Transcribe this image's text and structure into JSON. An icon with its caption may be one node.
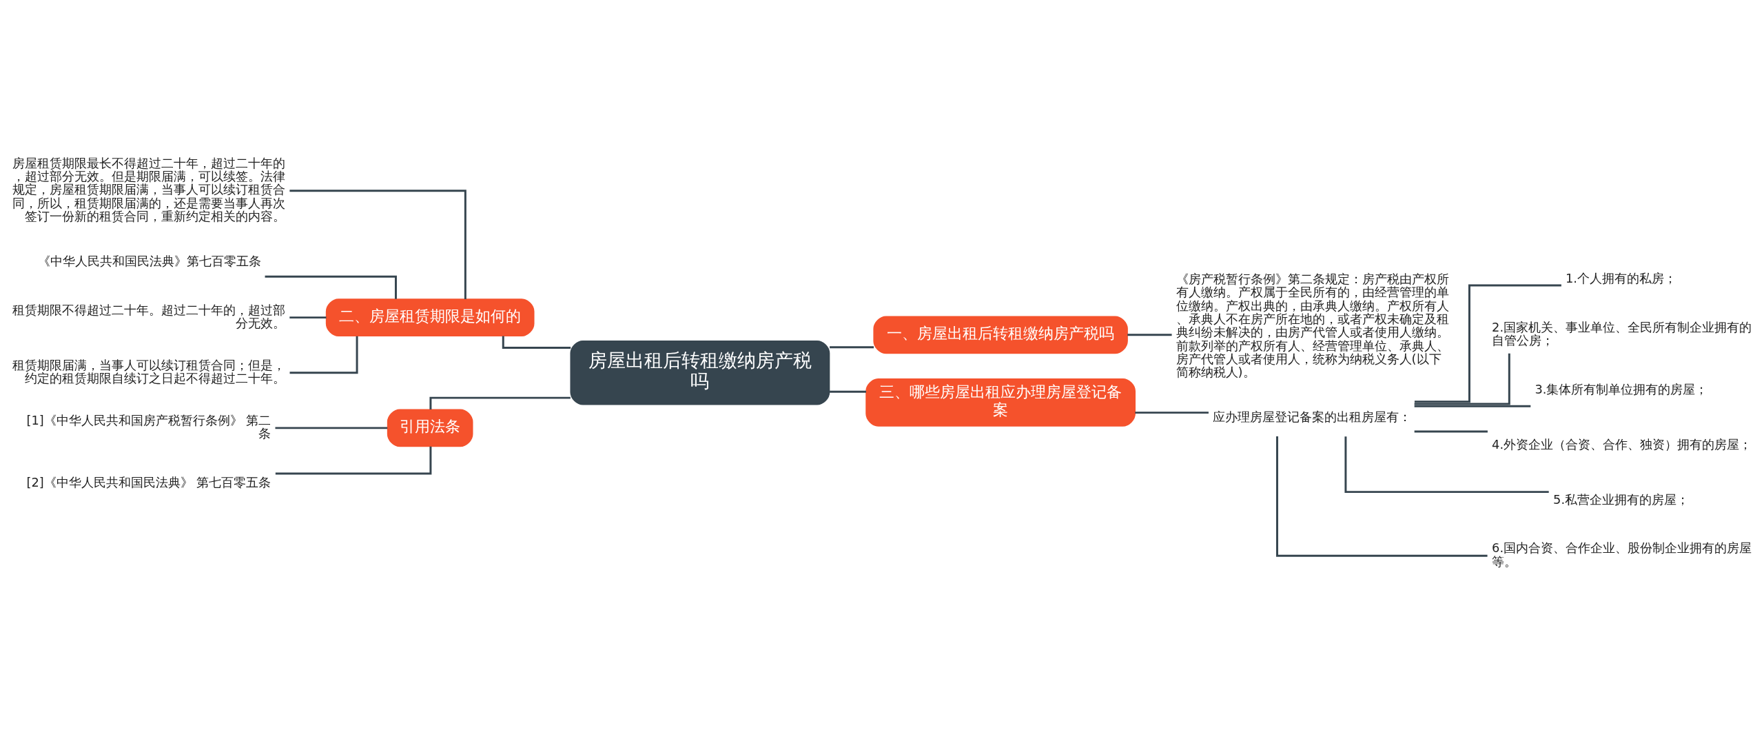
{
  "diagram": {
    "nodes": [
      {
        "text": [
          "房屋出租后转租缴纳房产税吗"
        ]
      },
      {
        "text": [
          "一、房屋出租后转租缴纳房产税吗"
        ]
      },
      {
        "text": [
          "《房产税暂行条例》第二条规定：房产税由产权所有人缴纳。产权属于全民所有的，由经营管理的单位缴纳。产权出典的，由承典人缴纳。产权所有人、承典人不在房产所在地的，或者产权未确定及租典纠纷未解决的，由房产代管人或者使用人缴纳。前款列举的产权所有人、经营管理单位、承典人、房产代管人或者使用人，统称为纳税义务人(以下简称纳税人)。"
        ]
      },
      {
        "text": [
          "三、哪些房屋出租应办理房屋登记备案"
        ]
      },
      {
        "text": [
          "应办理房屋登记备案的出租房屋有："
        ]
      },
      {
        "text": [
          "1.个人拥有的私房；"
        ]
      },
      {
        "text": [
          "2.国家机关、事业单位、全民所有制企业拥有的自管公房；"
        ]
      },
      {
        "text": [
          "3.集体所有制单位拥有的房屋；"
        ]
      },
      {
        "text": [
          "4.外资企业（合资、合作、独资）拥有的房屋；"
        ]
      },
      {
        "text": [
          "5.私营企业拥有的房屋；"
        ]
      },
      {
        "text": [
          "6.国内合资、合作企业、股份制企业拥有的房屋等。"
        ]
      },
      {
        "text": [
          "二、房屋租赁期限是如何的"
        ]
      },
      {
        "text": [
          "房屋租赁期限最长不得超过二十年，超过二十年的，超过部分无效。但是期限届满，可以续签。法律规定，房屋租赁期限届满，当事人可以续订租赁合同，所以，租赁期限届满的，还是需要当事人再次签订一份新的租赁合同，重新约定相关的内容。"
        ]
      },
      {
        "text": [
          "《中华人民共和国民法典》第七百零五条"
        ]
      },
      {
        "text": [
          "租赁期限不得超过二十年。超过二十年的，超过部分无效。"
        ]
      },
      {
        "text": [
          "租赁期限届满，当事人可以续订租赁合同；但是，约定的租赁期限自续订之日起不得超过二十年。"
        ]
      },
      {
        "text": [
          "引用法条"
        ]
      },
      {
        "text": [
          "[1]《中华人民共和国房产税暂行条例》 第二条"
        ]
      },
      {
        "text": [
          "[2]《中华人民共和国民法典》 第七百零五条"
        ]
      }
    ],
    "edges": [
      {
        "from": 0,
        "to": 1,
        "arrow": "none"
      },
      {
        "from": 1,
        "to": 2,
        "arrow": "none"
      },
      {
        "from": 0,
        "to": 3,
        "arrow": "none"
      },
      {
        "from": 3,
        "to": 4,
        "arrow": "none"
      },
      {
        "from": 4,
        "to": 5,
        "arrow": "none"
      },
      {
        "from": 4,
        "to": 6,
        "arrow": "none"
      },
      {
        "from": 4,
        "to": 7,
        "arrow": "none"
      },
      {
        "from": 4,
        "to": 8,
        "arrow": "none"
      },
      {
        "from": 4,
        "to": 9,
        "arrow": "none"
      },
      {
        "from": 4,
        "to": 10,
        "arrow": "none"
      },
      {
        "from": 0,
        "to": 11,
        "arrow": "none"
      },
      {
        "from": 11,
        "to": 12,
        "arrow": "none"
      },
      {
        "from": 11,
        "to": 13,
        "arrow": "none"
      },
      {
        "from": 11,
        "to": 14,
        "arrow": "none"
      },
      {
        "from": 11,
        "to": 15,
        "arrow": "none"
      },
      {
        "from": 0,
        "to": 16,
        "arrow": "none"
      },
      {
        "from": 16,
        "to": 17,
        "arrow": "none"
      },
      {
        "from": 16,
        "to": 18,
        "arrow": "none"
      }
    ]
  }
}
